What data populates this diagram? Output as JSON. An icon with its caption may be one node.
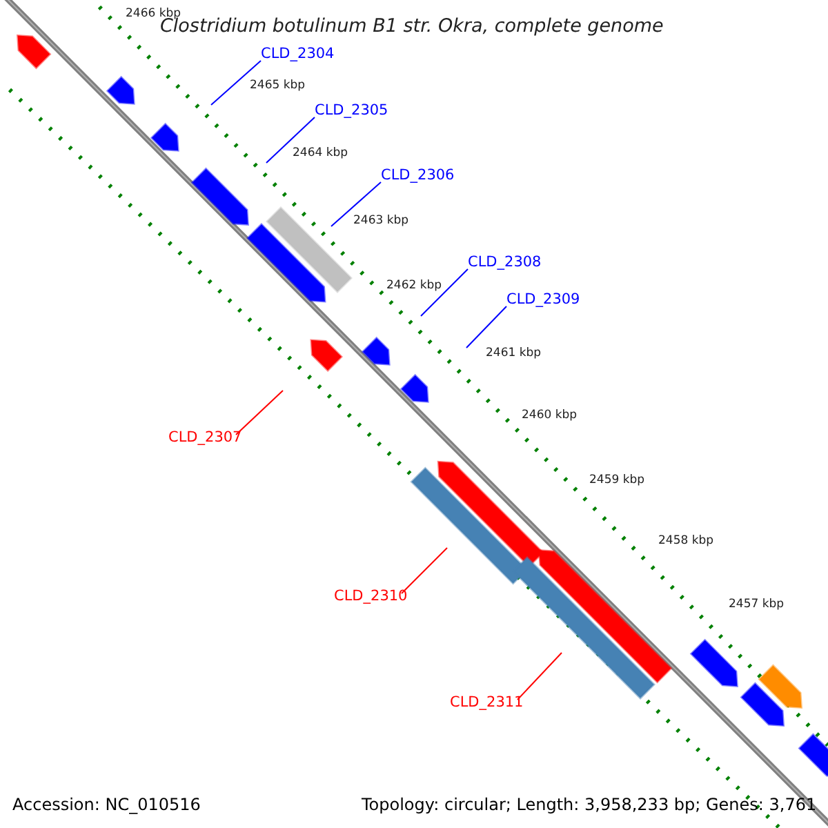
{
  "diagram": {
    "title": "Clostridium botulinum B1 str. Okra, complete genome",
    "nodes": [
      {
        "text": [
          "CLD_2304"
        ]
      },
      {
        "text": [
          "CLD_2305"
        ]
      },
      {
        "text": [
          "CLD_2306"
        ]
      },
      {
        "text": [
          "CLD_2308"
        ]
      },
      {
        "text": [
          "CLD_2309"
        ]
      },
      {
        "text": [
          "CLD_2307"
        ]
      },
      {
        "text": [
          "CLD_2310"
        ]
      },
      {
        "text": [
          "CLD_2311"
        ]
      }
    ],
    "edges": [
      {
        "from": 0,
        "to": null,
        "arrow": "none"
      },
      {
        "from": 1,
        "to": null,
        "arrow": "none"
      },
      {
        "from": 2,
        "to": null,
        "arrow": "none"
      },
      {
        "from": 3,
        "to": null,
        "arrow": "none"
      },
      {
        "from": 4,
        "to": null,
        "arrow": "none"
      },
      {
        "from": 5,
        "to": null,
        "arrow": "none",
        "color": "#ff0000"
      },
      {
        "from": 6,
        "to": null,
        "arrow": "none",
        "color": "#ff0000"
      },
      {
        "from": 7,
        "to": null,
        "arrow": "none",
        "color": "#ff0000"
      }
    ],
    "labels": [
      "2466 kbp",
      "2465 kbp",
      "2464 kbp",
      "2463 kbp",
      "2462 kbp",
      "2461 kbp",
      "2460 kbp",
      "2459 kbp",
      "2458 kbp",
      "2457 kbp",
      "Accession: NC_010516",
      "Topology: circular; Length: 3,958,233 bp; Genes: 3,761"
    ]
  }
}
